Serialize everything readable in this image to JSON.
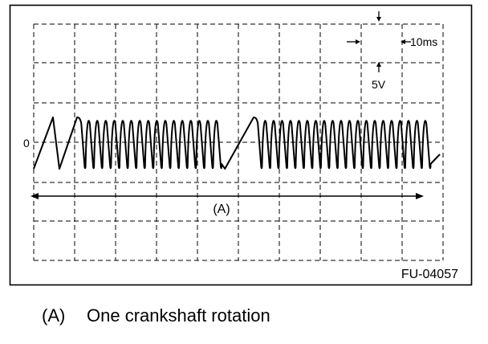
{
  "scale": {
    "time_per_div": "10ms",
    "volts_per_div": "5V",
    "zero_label": "0"
  },
  "signal": {
    "description_key": "(A)",
    "teeth_per_segment": 18,
    "missing_teeth_gaps": 2
  },
  "figure_id": "FU-04057",
  "caption": {
    "key": "(A)",
    "text": "One crankshaft rotation"
  },
  "colors": {
    "ink": "#000000",
    "background": "#ffffff"
  }
}
